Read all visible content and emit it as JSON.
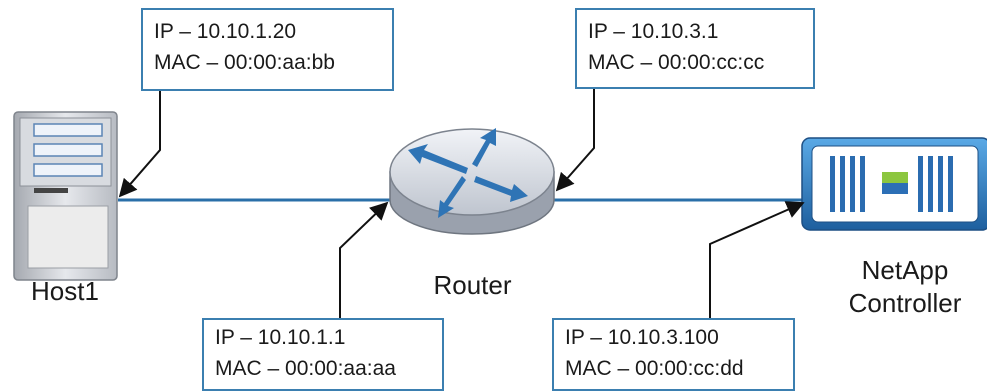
{
  "devices": {
    "host": "Host1",
    "router": "Router",
    "controller_line1": "NetApp",
    "controller_line2": "Controller"
  },
  "boxes": {
    "host_top": {
      "ip": "IP – 10.10.1.20",
      "mac": "MAC – 00:00:aa:bb"
    },
    "router_left": {
      "ip": "IP – 10.10.1.1",
      "mac": "MAC – 00:00:aa:aa"
    },
    "router_right": {
      "ip": "IP – 10.10.3.1",
      "mac": "MAC – 00:00:cc:cc"
    },
    "controller": {
      "ip": "IP – 10.10.3.100",
      "mac": "MAC – 00:00:cc:dd"
    }
  },
  "colors": {
    "link": "#2a6fa8",
    "box_border": "#3b7fb0",
    "router_body": "#c9ced8",
    "arrow": "#2f74b5"
  }
}
